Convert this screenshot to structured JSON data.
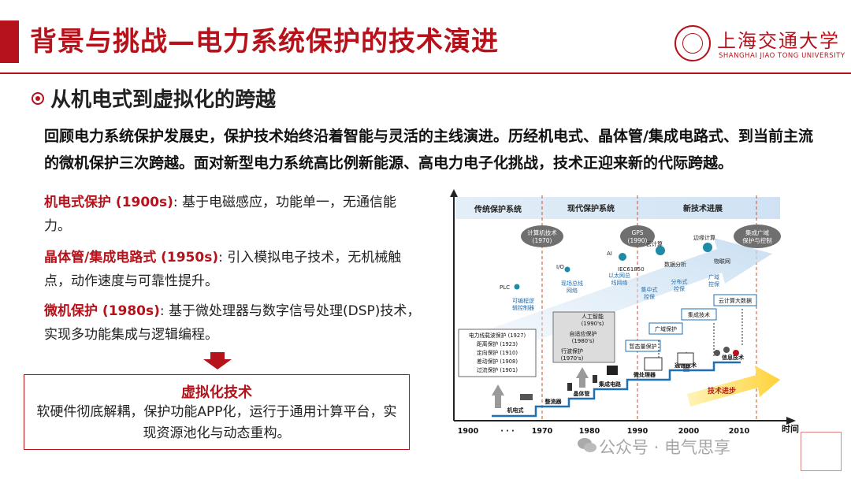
{
  "header": {
    "title": "背景与挑战—电力系统保护的技术演进",
    "logo_cn": "上海交通大学",
    "logo_en": "SHANGHAI JIAO TONG UNIVERSITY"
  },
  "section": {
    "subtitle": "从机电式到虚拟化的跨越",
    "intro": "回顾电力系统保护发展史，保护技术始终沿着智能与灵活的主线演进。历经机电式、晶体管/集成电路式、到当前主流的微机保护三次跨越。面对新型电力系统高比例新能源、高电力电子化挑战，技术正迎来新的代际跨越。"
  },
  "stages": [
    {
      "key": "机电式保护 (1900s)",
      "text": ": 基于电磁感应，功能单一，无通信能力。"
    },
    {
      "key": "晶体管/集成电路式 (1950s)",
      "text": ": 引入模拟电子技术，无机械触点，动作速度与可靠性提升。"
    },
    {
      "key": "微机保护 (1980s)",
      "text": ": 基于微处理器与数字信号处理(DSP)技术，实现多功能集成与逻辑编程。"
    }
  ],
  "virtualization": {
    "title": "虚拟化技术",
    "text": "软硬件彻底解耦，保护功能APP化，运行于通用计算平台，实现资源池化与动态重构。"
  },
  "timeline": {
    "eras": [
      "传统保护系统",
      "现代保护系统",
      "新技术进展"
    ],
    "milestones": [
      "计算机技术\n(1970)",
      "GPS\n(1990)",
      "集成广域\n保护与控制"
    ],
    "tech_labels": [
      "PLC",
      "I/O",
      "AI",
      "云计算",
      "边缘计算",
      "IEC61850",
      "数据分析",
      "物联网"
    ],
    "blue_texts": [
      "可编程逻\n辑控制器",
      "现场总线\n网络",
      "以太网总\n线网络",
      "集中式\n控保",
      "分布式\n控保",
      "广域\n控保"
    ],
    "em_protection": [
      "电力线载波保护 (1927)",
      "距离保护 (1923)",
      "定向保护 (1910)",
      "差动保护 (1908)",
      "过流保护 (1901)"
    ],
    "modern_box": [
      "人工智能\n(1990's)",
      "自适应保护\n(1980's)",
      "行波保护\n(1970's)"
    ],
    "protection_boxes": [
      "暂态量保护",
      "广域保护",
      "集成技术",
      "云计算大数据"
    ],
    "steps": [
      "机电式",
      "整流器",
      "晶体管",
      "集成电路",
      "微处理器",
      "通信技术",
      "信息技术"
    ],
    "progress_label": "技术进步",
    "axis_ticks": [
      "1900",
      "· · ·",
      "1970",
      "1980",
      "1990",
      "2000",
      "2010"
    ],
    "axis_label": "时间"
  },
  "watermark": "公众号 · 电气思享",
  "colors": {
    "brand_red": "#b5121b",
    "blue": "#1f6fb5",
    "teal": "#2a8fa6"
  }
}
